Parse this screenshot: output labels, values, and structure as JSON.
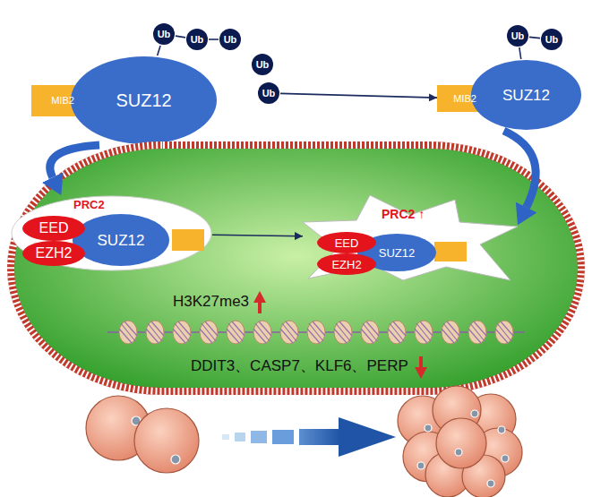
{
  "diagram": {
    "nodes": [
      {
        "text": [
          "MIB2"
        ]
      },
      {
        "text": [
          "SUZ12"
        ]
      },
      {
        "text": [
          "Ub"
        ]
      },
      {
        "text": [
          "Ub"
        ]
      },
      {
        "text": [
          "Ub"
        ]
      },
      {
        "text": [
          "Ub"
        ]
      },
      {
        "text": [
          "Ub"
        ]
      },
      {
        "text": [
          "MIB2"
        ]
      },
      {
        "text": [
          "SUZ12"
        ]
      },
      {
        "text": [
          "Ub"
        ]
      },
      {
        "text": [
          "Ub"
        ]
      },
      {
        "text": [
          "H3K27me3",
          "DDIT3、CASP7、KLF6、PERP"
        ]
      },
      {
        "text": [
          "PRC2"
        ],
        "in": 11
      },
      {
        "text": [
          "EED"
        ],
        "in": 12
      },
      {
        "text": [
          "EZH2"
        ],
        "in": 12
      },
      {
        "text": [
          "SUZ12"
        ],
        "in": 12
      },
      {
        "text": [
          "PRC2 ↑"
        ],
        "in": 11
      },
      {
        "text": [
          "EED"
        ],
        "in": 16
      },
      {
        "text": [
          "EZH2"
        ],
        "in": 16
      },
      {
        "text": [
          "SUZ12"
        ],
        "in": 16
      }
    ],
    "edges": [
      {
        "from": 1,
        "to": 2,
        "arrow": "none"
      },
      {
        "from": 2,
        "to": 3,
        "arrow": "none"
      },
      {
        "from": 3,
        "to": 4,
        "arrow": "none"
      },
      {
        "from": 8,
        "to": 9,
        "arrow": "none"
      },
      {
        "from": 9,
        "to": 10,
        "arrow": "none"
      },
      {
        "from": 1,
        "to": 12,
        "arrow": "to"
      },
      {
        "from": 6,
        "to": 7,
        "arrow": "to"
      },
      {
        "from": 8,
        "to": 16,
        "arrow": "to"
      },
      {
        "from": 12,
        "to": 16,
        "arrow": "to"
      }
    ]
  }
}
